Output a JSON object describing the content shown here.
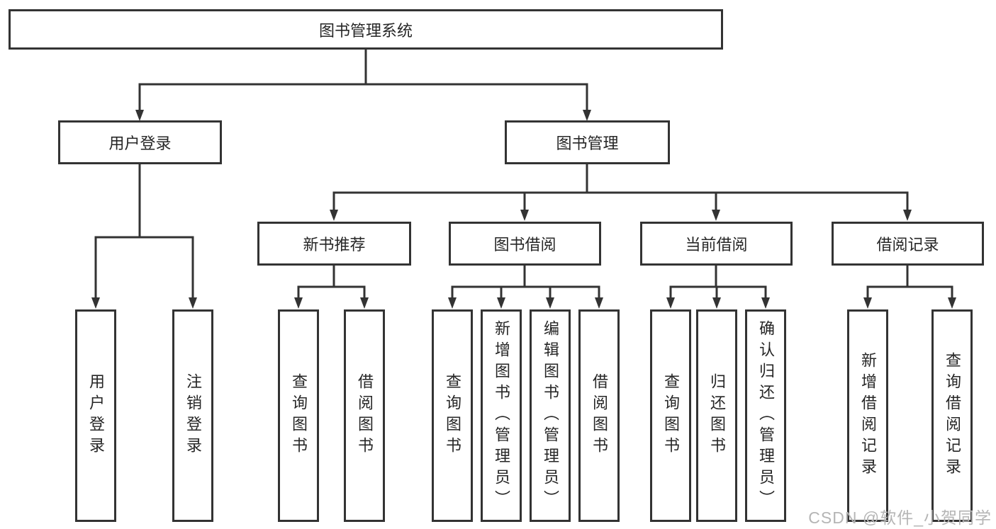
{
  "diagram": {
    "tree": {
      "label": "图书管理系统",
      "children": [
        {
          "label": "用户登录",
          "children": [
            {
              "label": "用户登录"
            },
            {
              "label": "注销登录"
            }
          ]
        },
        {
          "label": "图书管理",
          "children": [
            {
              "label": "新书推荐",
              "children": [
                {
                  "label": "查询图书"
                },
                {
                  "label": "借阅图书"
                }
              ]
            },
            {
              "label": "图书借阅",
              "children": [
                {
                  "label": "查询图书"
                },
                {
                  "label": "新增图书（管理员）"
                },
                {
                  "label": "编辑图书（管理员）"
                },
                {
                  "label": "借阅图书"
                }
              ]
            },
            {
              "label": "当前借阅",
              "children": [
                {
                  "label": "查询图书"
                },
                {
                  "label": "归还图书"
                },
                {
                  "label": "确认归还（管理员）"
                }
              ]
            },
            {
              "label": "借阅记录",
              "children": [
                {
                  "label": "新增借阅记录"
                },
                {
                  "label": "查询借阅记录"
                }
              ]
            }
          ]
        }
      ]
    }
  },
  "watermark": {
    "text": "CSDN @软件_小贺同学"
  },
  "colors": {
    "line": "#333333",
    "text": "#262626",
    "watermark": "#b5b5b5",
    "background": "#ffffff"
  }
}
